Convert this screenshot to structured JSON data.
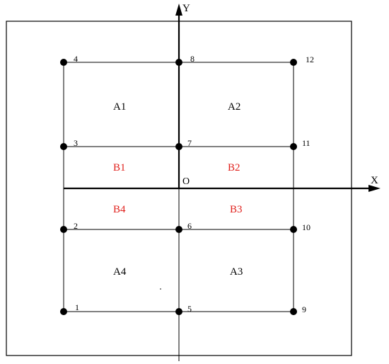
{
  "axes": {
    "x_label": "X",
    "y_label": "Y",
    "origin_label": "O"
  },
  "regions": {
    "A1": "A1",
    "A2": "A2",
    "A3": "A3",
    "A4": "A4",
    "B1": "B1",
    "B2": "B2",
    "B3": "B3",
    "B4": "B4"
  },
  "points": {
    "p1": "1",
    "p2": "2",
    "p3": "3",
    "p4": "4",
    "p5": "5",
    "p6": "6",
    "p7": "7",
    "p8": "8",
    "p9": "9",
    "p10": "10",
    "p11": "11",
    "p12": "12"
  },
  "colors": {
    "line": "#000000",
    "b_label": "#e0201c",
    "text": "#000000"
  }
}
